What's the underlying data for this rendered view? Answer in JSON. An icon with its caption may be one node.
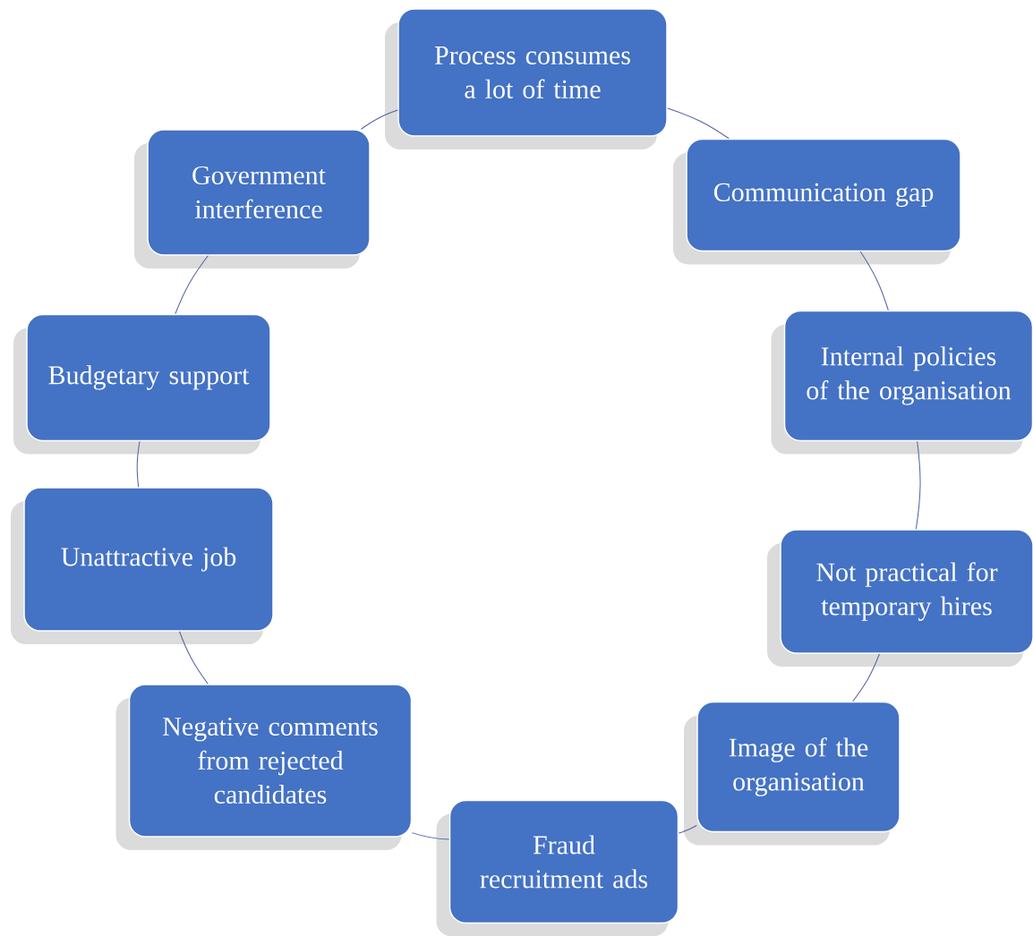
{
  "diagram": {
    "nodes": [
      {
        "text": [
          "Process consumes a lot of time"
        ]
      },
      {
        "text": [
          "Communication gap"
        ]
      },
      {
        "text": [
          "Internal policies of the organisation"
        ]
      },
      {
        "text": [
          "Not practical for temporary hires"
        ]
      },
      {
        "text": [
          "Image of the organisation"
        ]
      },
      {
        "text": [
          "Fraud recruitment ads"
        ]
      },
      {
        "text": [
          "Negative comments from rejected candidates"
        ]
      },
      {
        "text": [
          "Unattractive job"
        ]
      },
      {
        "text": [
          "Budgetary support"
        ]
      },
      {
        "text": [
          "Government interference"
        ]
      }
    ],
    "edges": [
      {
        "from": 0,
        "to": 1,
        "arrow": "none"
      },
      {
        "from": 1,
        "to": 2,
        "arrow": "none"
      },
      {
        "from": 2,
        "to": 3,
        "arrow": "none"
      },
      {
        "from": 3,
        "to": 4,
        "arrow": "none"
      },
      {
        "from": 4,
        "to": 5,
        "arrow": "none"
      },
      {
        "from": 5,
        "to": 6,
        "arrow": "none"
      },
      {
        "from": 6,
        "to": 7,
        "arrow": "none"
      },
      {
        "from": 7,
        "to": 8,
        "arrow": "none"
      },
      {
        "from": 8,
        "to": 9,
        "arrow": "none"
      },
      {
        "from": 9,
        "to": 0,
        "arrow": "none"
      }
    ]
  }
}
